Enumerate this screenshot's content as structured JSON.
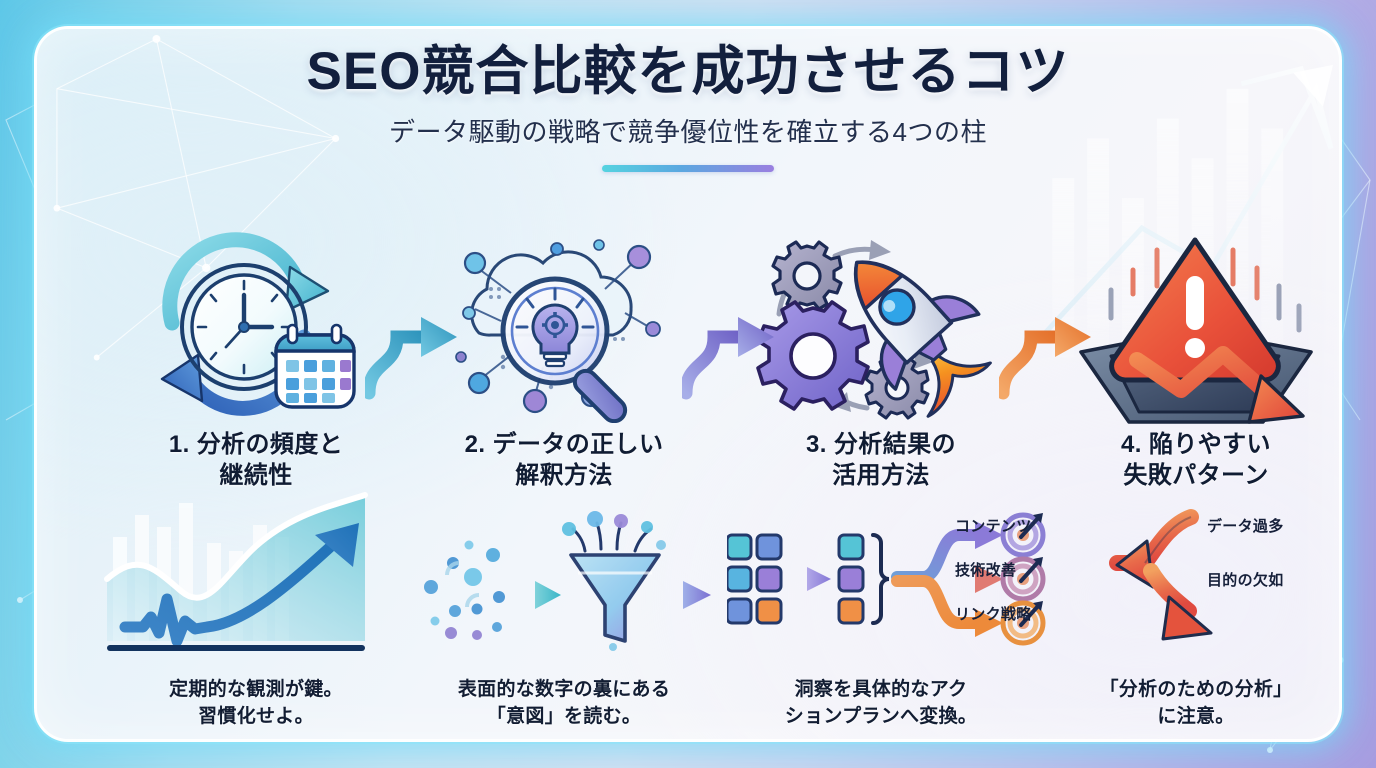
{
  "header": {
    "title": "SEO競合比較を成功させるコツ",
    "subtitle": "データ駆動の戦略で競争優位性を確立する4つの柱",
    "divider_gradient": [
      "#55d3e0",
      "#9a7fe0"
    ]
  },
  "theme": {
    "frame_gradient_start": "#5ec8e8",
    "frame_gradient_end": "#a89ce0",
    "card_glow": "#6ee1fa",
    "title_color": "#121f3d",
    "accent_teal": "#35b5cf",
    "accent_blue": "#3f74c4",
    "accent_purple": "#8a7ae0",
    "accent_orange": "#ef8b4c",
    "accent_red": "#e4533d"
  },
  "columns": [
    {
      "number": "1.",
      "heading": "1. 分析の頻度と\n継続性",
      "heading_line1": "1. 分析の頻度と",
      "heading_line2": "継続性",
      "icon": "clock-calendar-cycle-icon",
      "caption_line1": "定期的な観測が鍵。",
      "caption_line2": "習慣化せよ。",
      "lower_visual": "growth-trend-chart"
    },
    {
      "number": "2.",
      "heading": "2. データの正しい\n解釈方法",
      "heading_line1": "2. データの正しい",
      "heading_line2": "解釈方法",
      "icon": "cloud-magnifier-lightbulb-icon",
      "caption_line1": "表面的な数字の裏にある",
      "caption_line2": "「意図」を読む。",
      "lower_visual": "data-funnel-flow"
    },
    {
      "number": "3.",
      "heading": "3. 分析結果の\n活用方法",
      "heading_line1": "3. 分析結果の",
      "heading_line2": "活用方法",
      "icon": "gears-rocket-icon",
      "caption_line1": "洞察を具体的なアク",
      "caption_line2": "ションプランへ変換。",
      "lower_visual": "grid-to-targets-flow",
      "targets": [
        {
          "label": "コンテンツ",
          "color": "#8b7fd4"
        },
        {
          "label": "技術改善",
          "color": "#b07ba8"
        },
        {
          "label": "リンク戦略",
          "color": "#e8913f"
        }
      ]
    },
    {
      "number": "4.",
      "heading": "4. 陥りやすい\n失敗パターン",
      "heading_line1": "4. 陥りやすい",
      "heading_line2": "失敗パターン",
      "icon": "warning-downtrend-pit-icon",
      "caption_line1": "「分析のための分析」",
      "caption_line2": "に注意。",
      "lower_visual": "pitfall-arrow",
      "pitfalls": [
        {
          "label": "データ過多"
        },
        {
          "label": "目的の欠如"
        }
      ]
    }
  ],
  "connectors": [
    {
      "name": "connector-1-2",
      "color_start": "#7fd0e6",
      "color_end": "#3aa0c8"
    },
    {
      "name": "connector-2-3",
      "color_start": "#9aa8e4",
      "color_end": "#7b6fd0"
    },
    {
      "name": "connector-3-4",
      "color_start": "#f3a76a",
      "color_end": "#e8742e"
    }
  ]
}
